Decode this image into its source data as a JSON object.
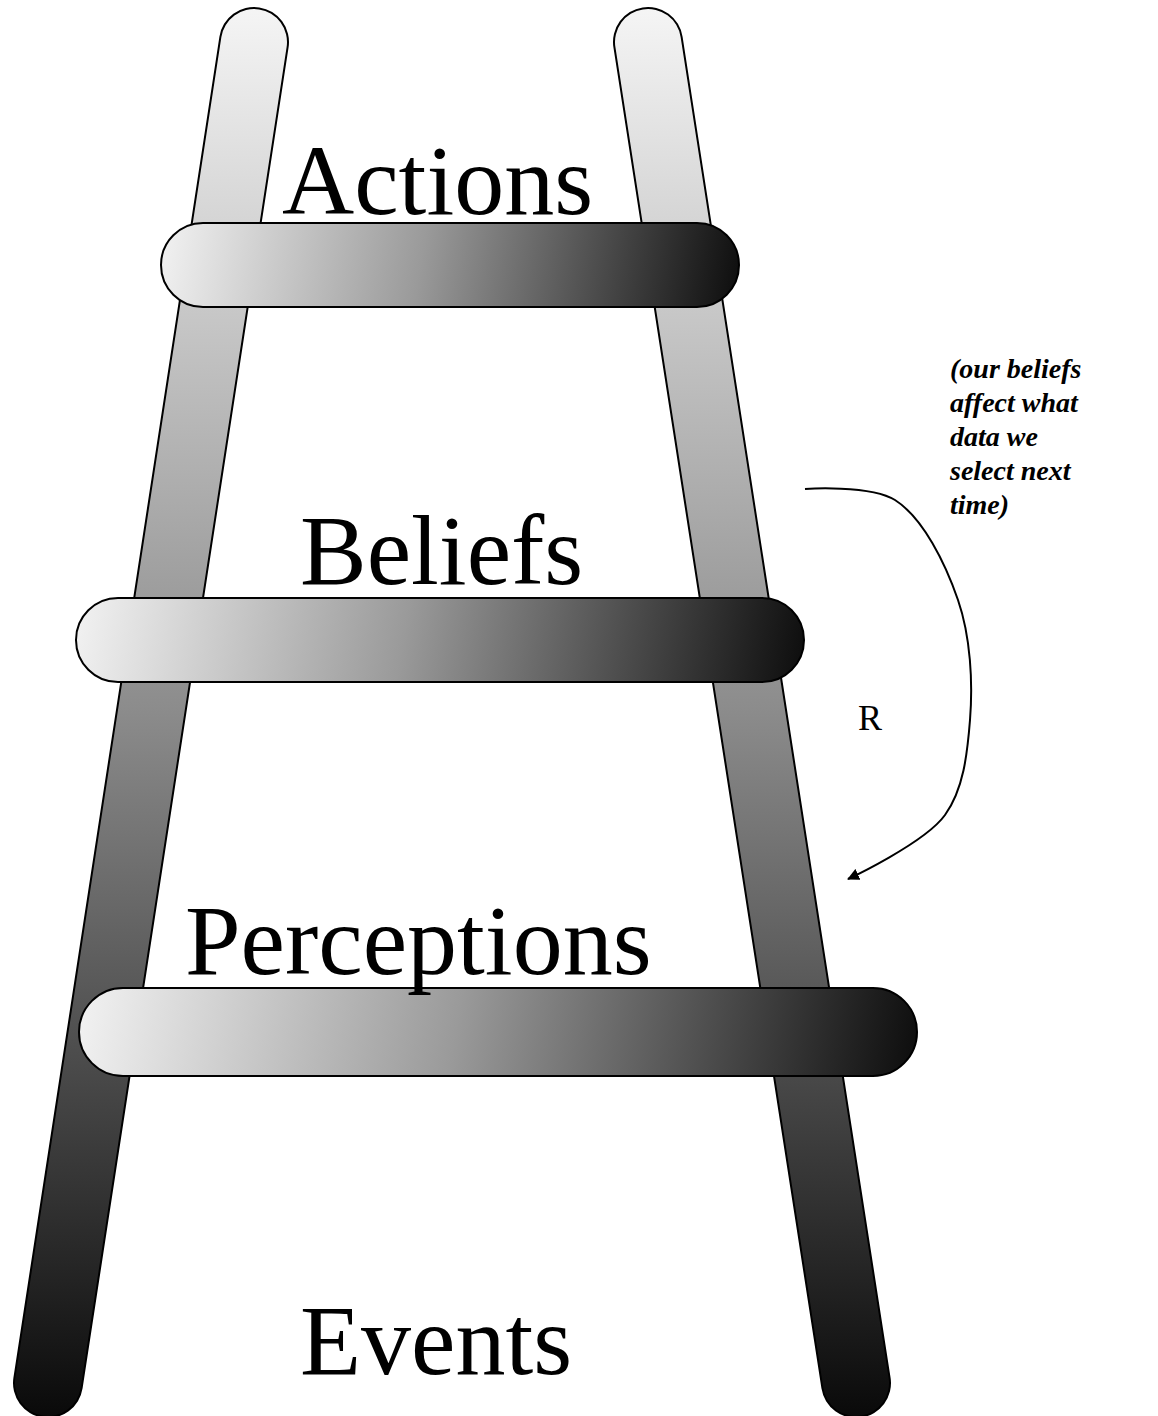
{
  "diagram": {
    "nodes": [
      {
        "text": [
          "Actions"
        ]
      },
      {
        "text": [
          "Beliefs"
        ]
      },
      {
        "text": [
          "Perceptions"
        ]
      }
    ],
    "edges": [
      {
        "from": 1,
        "to": 2,
        "label": "R",
        "arrow": "to"
      }
    ],
    "labels": [
      "Events",
      "(our beliefs affect what data we select next time)"
    ]
  }
}
